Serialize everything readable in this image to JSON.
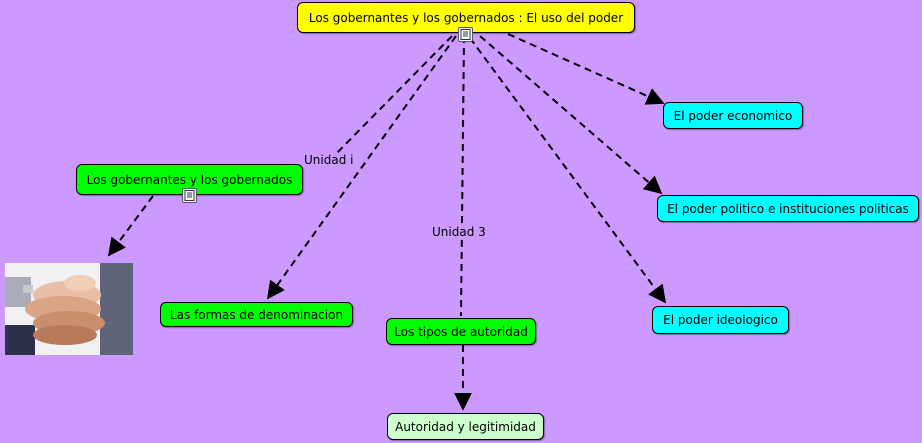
{
  "root": {
    "label": "Los gobernantes y los gobernados : El uso del poder",
    "icon": "document-icon",
    "color": "#ffff00"
  },
  "nodes": {
    "gobernantes": {
      "label": "Los gobernantes y los gobernados",
      "icon": "document-icon",
      "color": "#00ff00"
    },
    "formas": {
      "label": "Las formas de denominacion",
      "color": "#00ff00"
    },
    "tipos": {
      "label": "Los tipos de autoridad",
      "color": "#00ff00"
    },
    "autoridad": {
      "label": "Autoridad y legitimidad",
      "color": "#ccffcc"
    },
    "economico": {
      "label": "El poder economico",
      "color": "#00ffff"
    },
    "politico": {
      "label": "El poder politico e instituciones politicas",
      "color": "#00ffff"
    },
    "ideologico": {
      "label": "El poder ideologico",
      "color": "#00ffff"
    }
  },
  "link_labels": {
    "unidad1": "Unidad i",
    "unidad3": "Unidad 3"
  },
  "image": {
    "subject": "stacked hands photo"
  },
  "background_color": "#cc99ff"
}
